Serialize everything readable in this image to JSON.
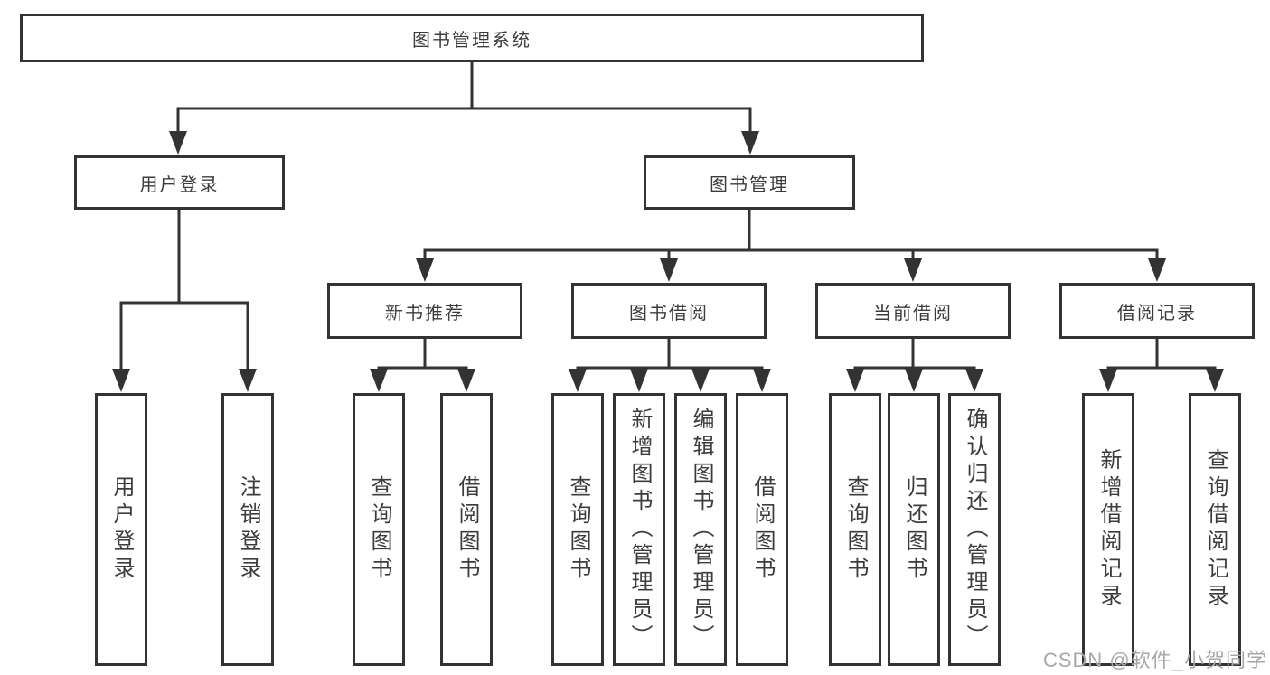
{
  "tree": {
    "root": {
      "label": "图书管理系统"
    },
    "level2": [
      {
        "id": "user-login",
        "label": "用户登录"
      },
      {
        "id": "book-management",
        "label": "图书管理"
      }
    ],
    "level3": [
      {
        "id": "new-book-recommend",
        "label": "新书推荐"
      },
      {
        "id": "book-borrow",
        "label": "图书借阅"
      },
      {
        "id": "current-borrow",
        "label": "当前借阅"
      },
      {
        "id": "borrow-records",
        "label": "借阅记录"
      }
    ],
    "leaves": [
      {
        "parent": "user-login",
        "label": "用户登录"
      },
      {
        "parent": "user-login",
        "label": "注销登录"
      },
      {
        "parent": "new-book-recommend",
        "label": "查询图书"
      },
      {
        "parent": "new-book-recommend",
        "label": "借阅图书"
      },
      {
        "parent": "book-borrow",
        "label": "查询图书"
      },
      {
        "parent": "book-borrow",
        "label": "新增图书（管理员）"
      },
      {
        "parent": "book-borrow",
        "label": "编辑图书（管理员）"
      },
      {
        "parent": "book-borrow",
        "label": "借阅图书"
      },
      {
        "parent": "current-borrow",
        "label": "查询图书"
      },
      {
        "parent": "current-borrow",
        "label": "归还图书"
      },
      {
        "parent": "current-borrow",
        "label": "确认归还（管理员）"
      },
      {
        "parent": "borrow-records",
        "label": "新增借阅记录"
      },
      {
        "parent": "borrow-records",
        "label": "查询借阅记录"
      }
    ]
  },
  "watermark": {
    "text": "CSDN @软件_小贺同学"
  },
  "colors": {
    "line": "#333333",
    "text": "#3c3c3c",
    "watermark": "#a8a8a8",
    "background": "#ffffff"
  }
}
